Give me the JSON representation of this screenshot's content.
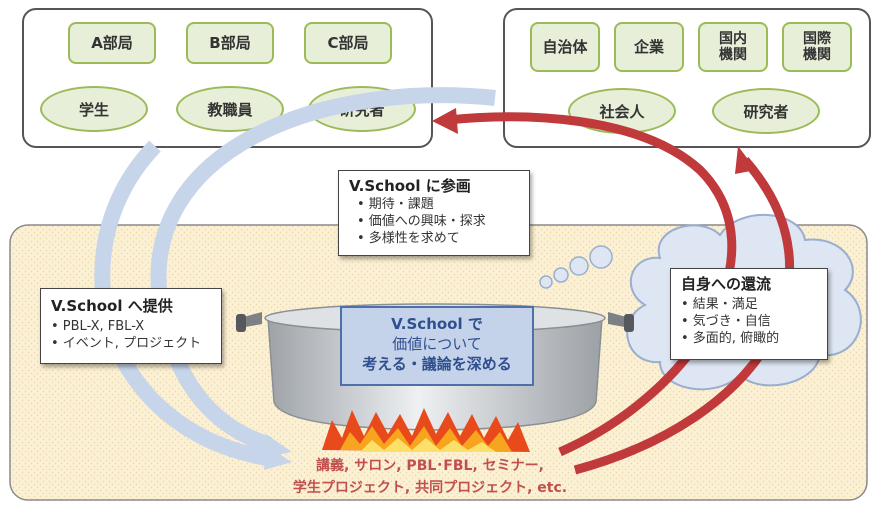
{
  "left_group": {
    "departments": [
      "A部局",
      "B部局",
      "C部局"
    ],
    "people": [
      "学生",
      "教職員",
      "研究者"
    ]
  },
  "right_group": {
    "orgs": [
      "自治体",
      "企業",
      "国内\n機関",
      "国際\n機関"
    ],
    "people": [
      "社会人",
      "研究者"
    ]
  },
  "participate_box": {
    "title": "V.School に参画",
    "bullets": [
      "• 期待・課題",
      "• 価値への興味・探求",
      "• 多様性を求めて"
    ]
  },
  "provide_box": {
    "title": "V.School へ提供",
    "bullets": [
      "• PBL-X, FBL-X",
      "• イベント, プロジェクト"
    ]
  },
  "return_box": {
    "title": "自身への還流",
    "bullets": [
      "• 結果・満足",
      "• 気づき・自信",
      "• 多面的, 俯瞰的"
    ]
  },
  "pot_label": {
    "line1": "V.School で",
    "line2": "価値について",
    "line3": "考える・議論を深める"
  },
  "activities": {
    "line1": "講義, サロン, PBL･FBL, セミナー,",
    "line2": "学生プロジェクト, 共同プロジェクト, etc."
  },
  "colors": {
    "pill_fill": "#e8efd9",
    "pill_border": "#9bbb59",
    "blue_arrow": "#c6d5ea",
    "red_arrow": "#c0393b",
    "region_fill": "#fbf0d3",
    "pot_label_fill": "#c5d3ea"
  },
  "icons": [
    "cooking-pot-icon",
    "fire-icon",
    "thought-cloud-icon"
  ]
}
